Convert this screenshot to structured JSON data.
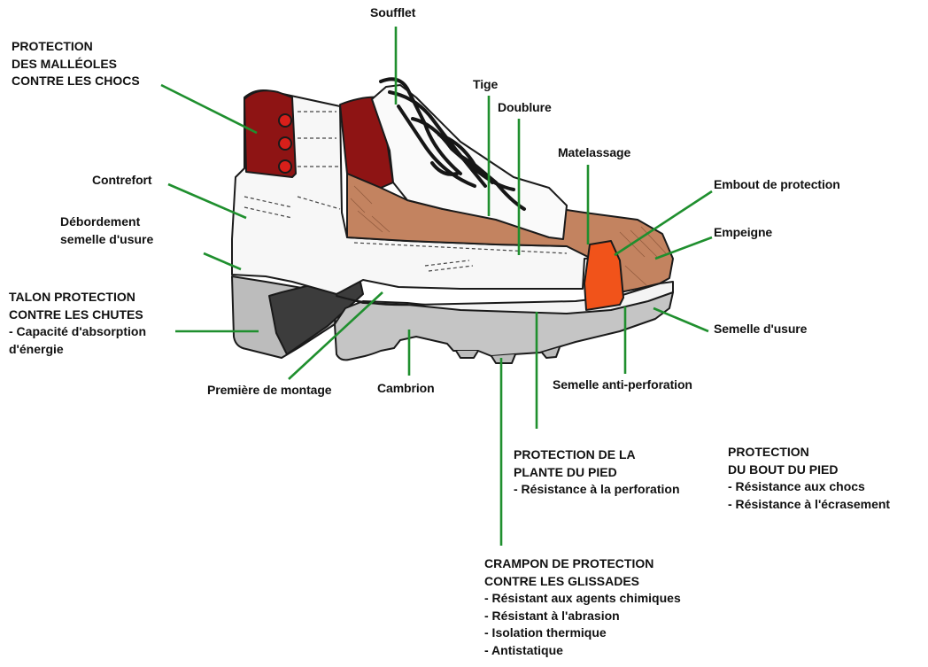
{
  "colors": {
    "leader": "#1f8f2e",
    "dark_red": "#8e1414",
    "bright_red": "#d81f1a",
    "tan": "#c38360",
    "orange": "#f1531a",
    "sole_gray": "#bcbcbc",
    "dark_gray": "#3c3c3c"
  },
  "labels": {
    "soufflet": "Soufflet",
    "tige": "Tige",
    "doublure": "Doublure",
    "matelassage": "Matelassage",
    "embout": "Embout de protection",
    "empeigne": "Empeigne",
    "semelle_usure": "Semelle d'usure",
    "semelle_anti": "Semelle anti-perforation",
    "cambrion": "Cambrion",
    "premiere": "Première de montage",
    "contrefort": "Contrefort",
    "debordement": [
      "Débordement",
      "semelle d'usure"
    ],
    "malleoles": [
      "PROTECTION",
      "DES MALLÉOLES",
      "CONTRE LES CHOCS"
    ],
    "talon": [
      "TALON PROTECTION",
      "CONTRE LES CHUTES",
      "- Capacité d'absorption",
      "d'énergie"
    ],
    "plante": [
      "PROTECTION DE LA",
      "PLANTE DU PIED",
      "- Résistance à la perforation"
    ],
    "bout": [
      "PROTECTION",
      "DU BOUT DU PIED",
      "- Résistance aux chocs",
      "- Résistance à l'écrasement"
    ],
    "crampon": [
      "CRAMPON DE PROTECTION",
      "CONTRE LES GLISSADES",
      "- Résistant aux agents chimiques",
      "- Résistant à l'abrasion",
      "- Isolation thermique",
      "- Antistatique"
    ]
  }
}
